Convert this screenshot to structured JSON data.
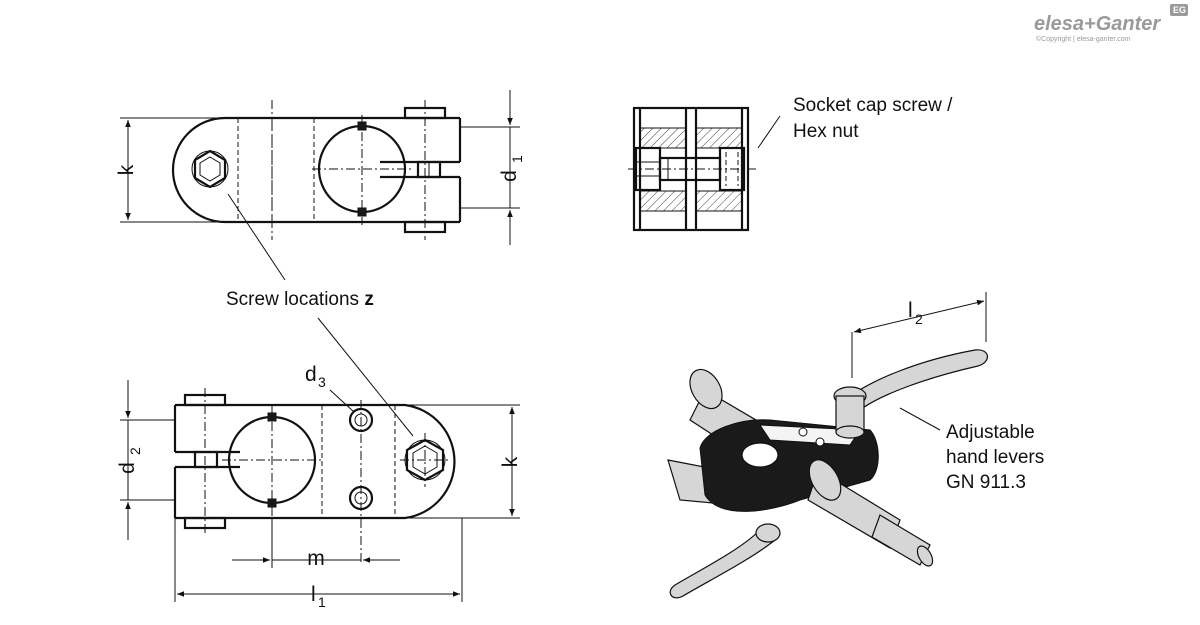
{
  "brand": {
    "logo_text": "elesa+Ganter",
    "copyright": "©Copyright | elesa-ganter.com",
    "badge": "EG"
  },
  "dimensions": {
    "k": "k",
    "d1_main": "d",
    "d1_sub": "1",
    "d2_main": "d",
    "d2_sub": "2",
    "d3_main": "d",
    "d3_sub": "3",
    "l1_main": "l",
    "l1_sub": "1",
    "l2_main": "l",
    "l2_sub": "2",
    "m": "m"
  },
  "callouts": {
    "screw_locations_text": "Screw locations ",
    "screw_locations_var": "z",
    "socket_line1": "Socket cap screw /",
    "socket_line2": "Hex nut",
    "levers_line1": "Adjustable",
    "levers_line2": "hand levers",
    "levers_line3": "GN 911.3"
  }
}
